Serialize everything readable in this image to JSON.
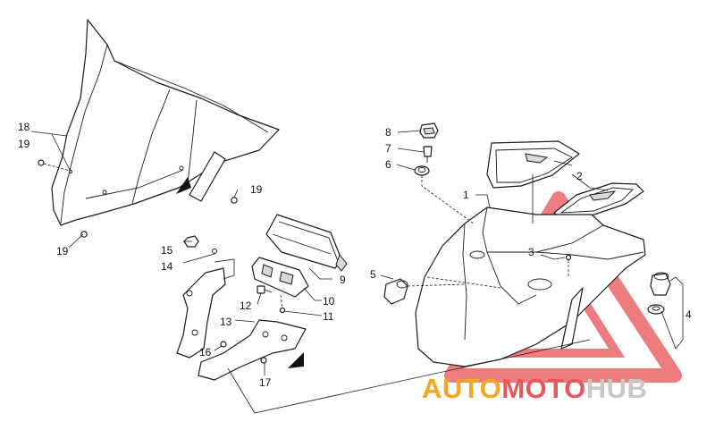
{
  "diagram": {
    "callouts": [
      "1",
      "2",
      "3",
      "4",
      "5",
      "6",
      "7",
      "8",
      "9",
      "10",
      "11",
      "12",
      "13",
      "14",
      "15",
      "16",
      "17",
      "18",
      "19"
    ],
    "callout_19_repeats": [
      "19",
      "19",
      "19"
    ]
  },
  "watermark": {
    "part1": "AUTO",
    "part2": "MOTO",
    "part3": "HUB",
    "colors": {
      "auto": "#f5a623",
      "moto": "#e8585a",
      "hub": "#c8c8c8",
      "triangle": "#e8585a"
    }
  }
}
